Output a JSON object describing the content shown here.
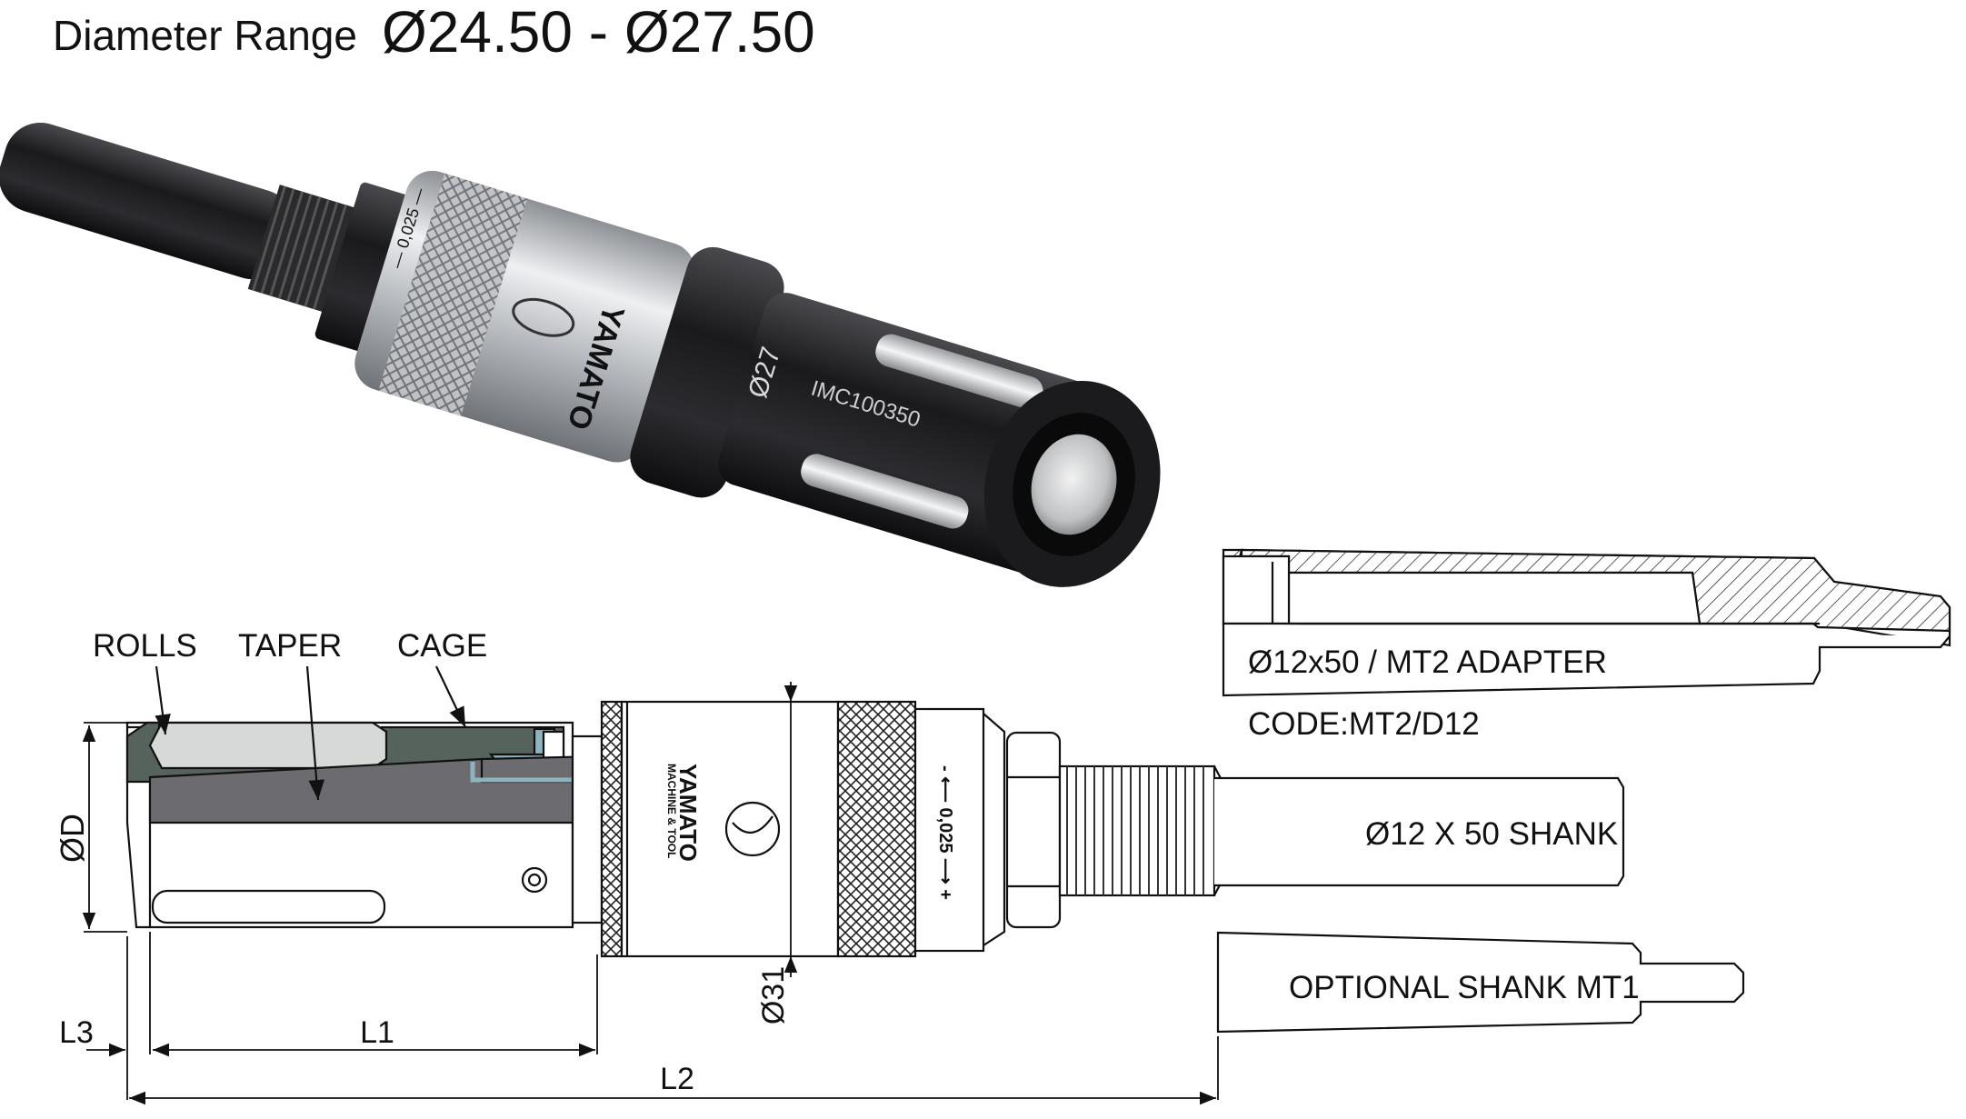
{
  "header": {
    "label": "Diameter Range",
    "range": "Ø24.50 - Ø27.50"
  },
  "product": {
    "brand": "YAMATO",
    "brand_sub": "MACHINE & TOOL",
    "size_mark": "Ø27",
    "model_code": "IMC100350",
    "scale_mark": "— 0,025 —",
    "drawing_scale_mark": "- ⟵ 0,025 ⟶ +"
  },
  "callouts": {
    "rolls": "ROLLS",
    "taper": "TAPER",
    "cage": "CAGE"
  },
  "dimensions": {
    "d": "ØD",
    "d31": "Ø31",
    "l1": "L1",
    "l2": "L2",
    "l3": "L3"
  },
  "shanks": {
    "adapter": "Ø12x50 / MT2 ADAPTER",
    "adapter_code": "CODE:MT2/D12",
    "straight": "Ø12 X 50 SHANK",
    "optional": "OPTIONAL SHANK MT1"
  },
  "colors": {
    "black_steel": "#1c1c1e",
    "chrome": "#c9cbce",
    "rolls": "#d6d9d8",
    "taper": "#6c6c70",
    "cage": "#56625c",
    "accent_blue": "#8fb3bf"
  }
}
